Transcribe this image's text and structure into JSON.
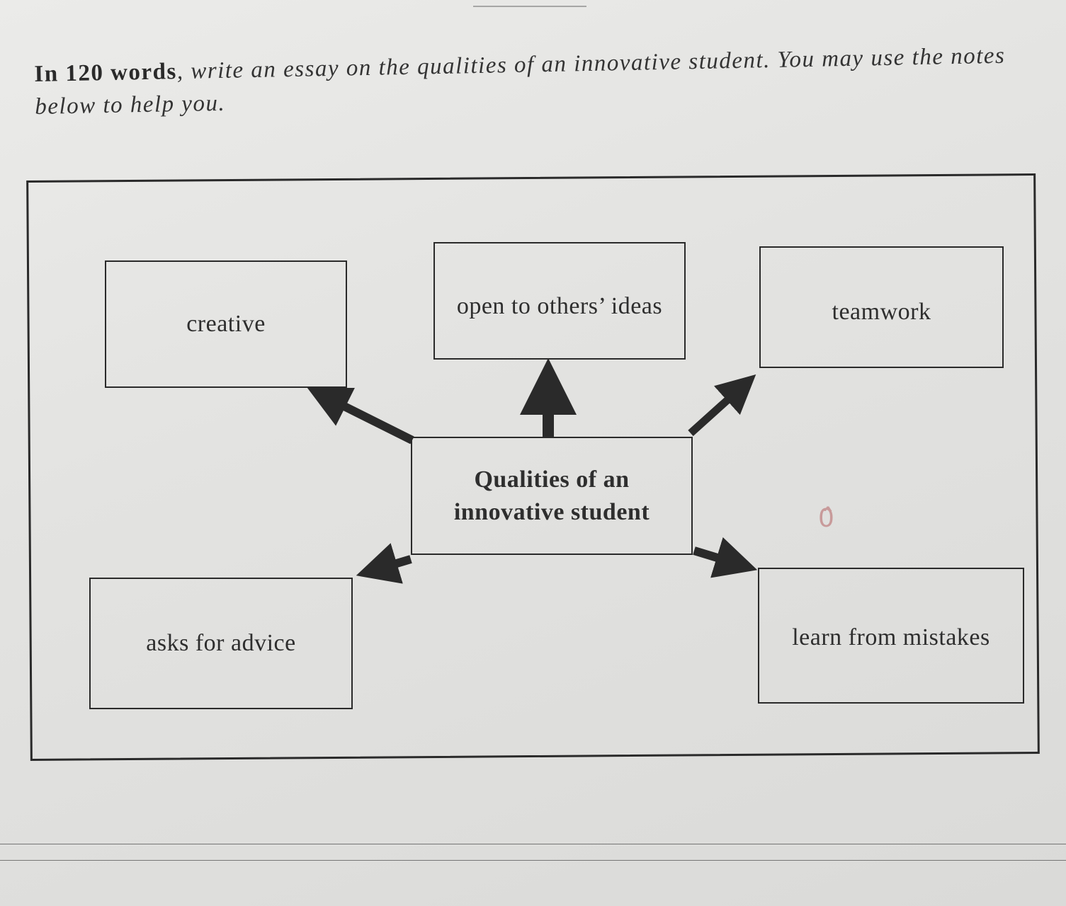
{
  "instruction": {
    "words_label": "In 120 words",
    "text": ", write an essay on the qualities of an innovative student. You may use the notes below to help you."
  },
  "diagram": {
    "center_line1": "Qualities of an",
    "center_line2": "innovative student",
    "nodes": {
      "creative": "creative",
      "open": "open to others’ ideas",
      "teamwork": "teamwork",
      "advice": "asks for advice",
      "mistakes": "learn from mistakes"
    }
  },
  "annotation": "0̂"
}
